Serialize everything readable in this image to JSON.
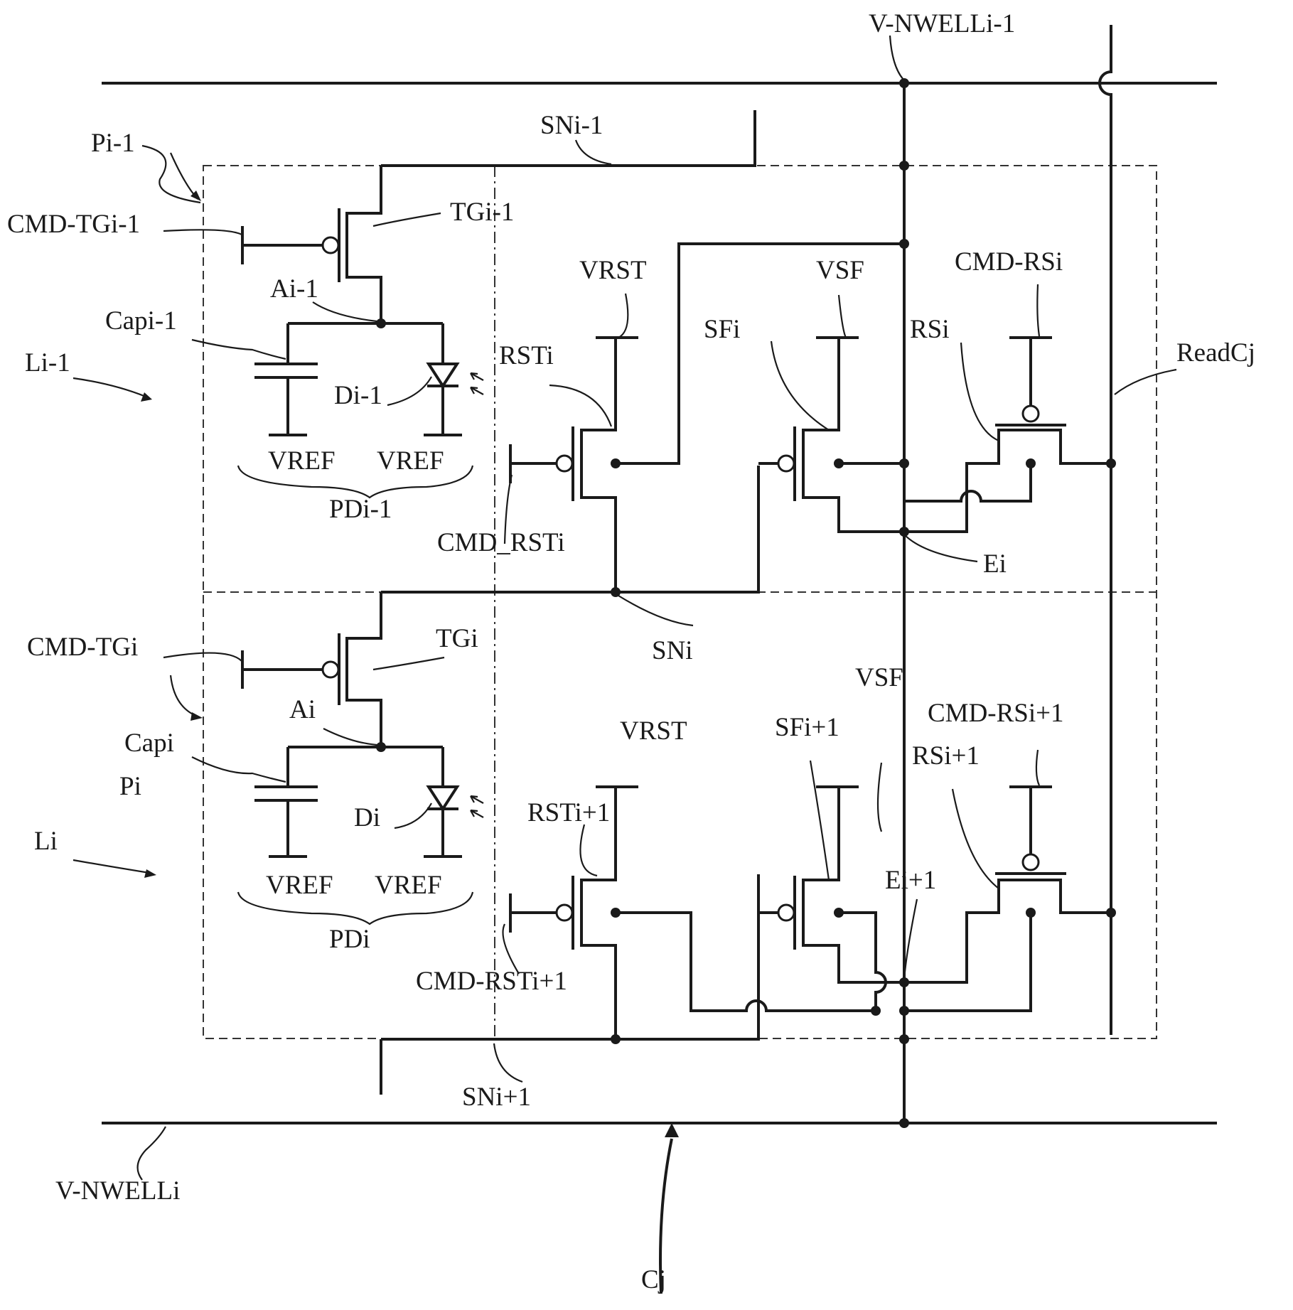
{
  "labels": {
    "vnwell_top": "V-NWELLi-1",
    "vnwell_bottom": "V-NWELLi",
    "sn_top": "SNi-1",
    "sn_mid": "SNi",
    "sn_bottom": "SNi+1",
    "pixel_top": "Pi-1",
    "pixel_bottom": "Pi",
    "line_top": "Li-1",
    "line_bottom": "Li",
    "column": "Cj",
    "read_column": "ReadCj",
    "cmd_tg_top": "CMD-TGi-1",
    "cmd_tg_bottom": "CMD-TGi",
    "tg_top": "TGi-1",
    "tg_bottom": "TGi",
    "node_a_top": "Ai-1",
    "node_a_bottom": "Ai",
    "cap_top": "Capi-1",
    "cap_bottom": "Capi",
    "diode_top": "Di-1",
    "diode_bottom": "Di",
    "vref": "VREF",
    "pd_top": "PDi-1",
    "pd_bottom": "PDi",
    "vrst": "VRST",
    "vsf": "VSF",
    "rst_top": "RSTi",
    "rst_bottom": "RSTi+1",
    "cmd_rst_top": "CMD_RSTi",
    "cmd_rst_bottom": "CMD-RSTi+1",
    "sf_top": "SFi",
    "sf_bottom": "SFi+1",
    "rs_top": "RSi",
    "rs_bottom": "RSi+1",
    "cmd_rs_top": "CMD-RSi",
    "cmd_rs_bottom": "CMD-RSi+1",
    "e_top": "Ei",
    "e_bottom": "Ei+1"
  }
}
